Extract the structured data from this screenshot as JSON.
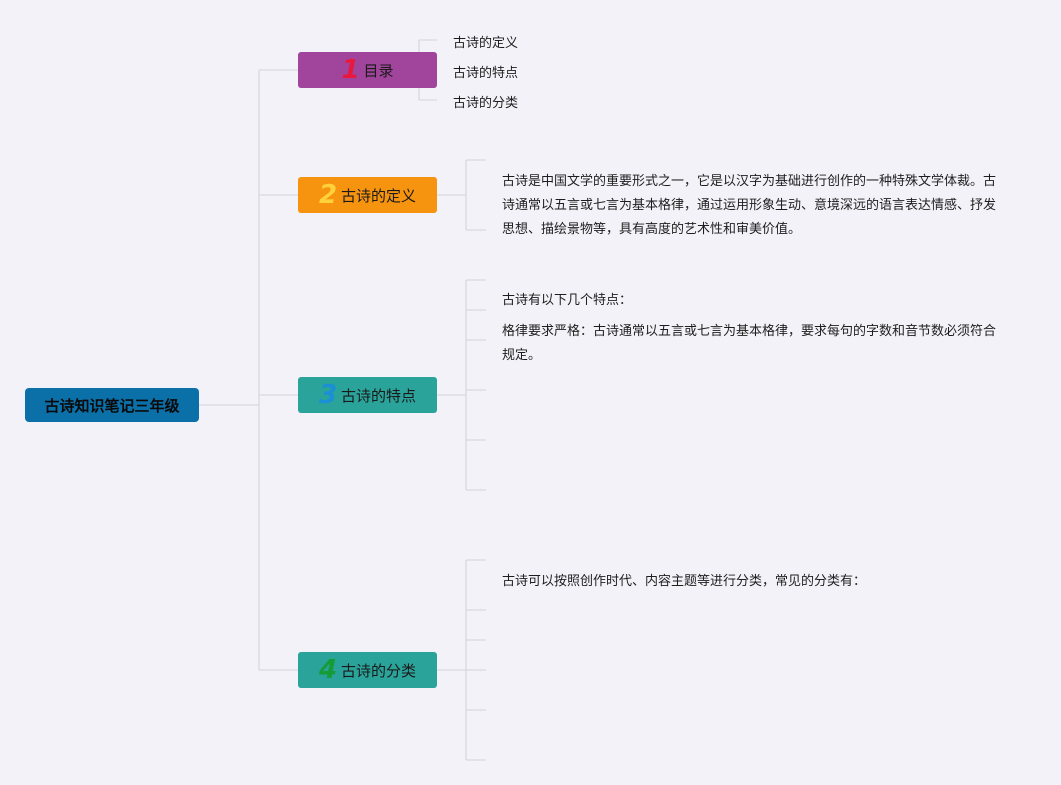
{
  "root": {
    "label": "古诗知识笔记三年级"
  },
  "branches": [
    {
      "num": "1",
      "label": "目录",
      "children": [
        "古诗的定义",
        "古诗的特点",
        "古诗的分类"
      ]
    },
    {
      "num": "2",
      "label": "古诗的定义",
      "text": "古诗是中国文学的重要形式之一，它是以汉字为基础进行创作的一种特殊文学体裁。古诗通常以五言或七言为基本格律，通过运用形象生动、意境深远的语言表达情感、抒发思想、描绘景物等，具有高度的艺术性和审美价值。"
    },
    {
      "num": "3",
      "label": "古诗的特点",
      "intro": "古诗有以下几个特点：",
      "items": [
        "格律要求严格：古诗通常以五言或七言为基本格律，要求每句的字数和音节数必须符合规定。"
      ]
    },
    {
      "num": "4",
      "label": "古诗的分类",
      "intro": "古诗可以按照创作时代、内容主题等进行分类，常见的分类有："
    }
  ],
  "colors": {
    "background": "#f3f2f8",
    "root": "#0b6fa8",
    "branch1": "#a0449c",
    "branch2": "#f7940f",
    "branch3": "#2aa39a",
    "branch4": "#2aa39a",
    "connector": "#d8d8de"
  }
}
